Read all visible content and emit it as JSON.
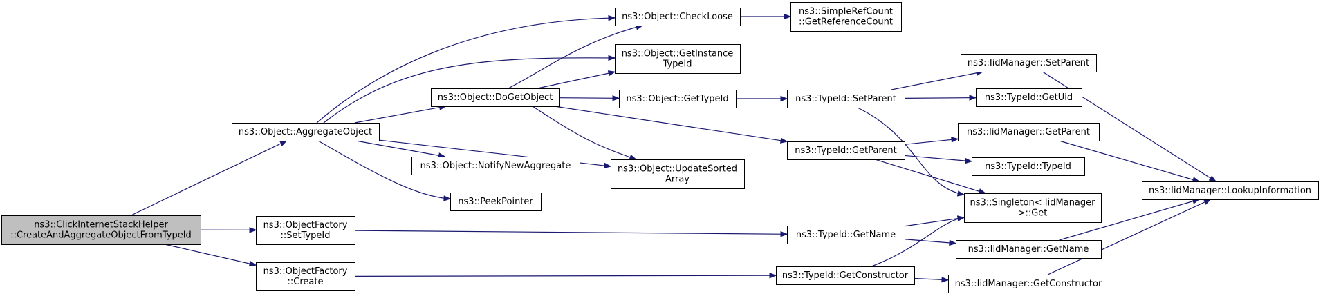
{
  "graph": {
    "colors": {
      "edge": "#191970",
      "root_fill": "#bfbfbf",
      "node_fill": "#ffffff",
      "border": "#000000"
    },
    "nodes": [
      {
        "id": "root",
        "lines": [
          "ns3::ClickInternetStackHelper",
          "::CreateAndAggregateObjectFromTypeId"
        ],
        "highlight": true
      },
      {
        "id": "aggregate",
        "lines": [
          "ns3::Object::AggregateObject"
        ]
      },
      {
        "id": "ofSetTypeId",
        "lines": [
          "ns3::ObjectFactory",
          "::SetTypeId"
        ]
      },
      {
        "id": "ofCreate",
        "lines": [
          "ns3::ObjectFactory",
          "::Create"
        ]
      },
      {
        "id": "checkLoose",
        "lines": [
          "ns3::Object::CheckLoose"
        ]
      },
      {
        "id": "getInstanceTypeId",
        "lines": [
          "ns3::Object::GetInstance",
          "TypeId"
        ]
      },
      {
        "id": "doGetObject",
        "lines": [
          "ns3::Object::DoGetObject"
        ]
      },
      {
        "id": "notifyNewAggregate",
        "lines": [
          "ns3::Object::NotifyNewAggregate"
        ]
      },
      {
        "id": "peekPointer",
        "lines": [
          "ns3::PeekPointer"
        ]
      },
      {
        "id": "getRefCount",
        "lines": [
          "ns3::SimpleRefCount",
          "::GetReferenceCount"
        ]
      },
      {
        "id": "objGetTypeId",
        "lines": [
          "ns3::Object::GetTypeId"
        ]
      },
      {
        "id": "updateSorted",
        "lines": [
          "ns3::Object::UpdateSorted",
          "Array"
        ]
      },
      {
        "id": "tidSetParent",
        "lines": [
          "ns3::TypeId::SetParent"
        ]
      },
      {
        "id": "tidGetParent",
        "lines": [
          "ns3::TypeId::GetParent"
        ]
      },
      {
        "id": "tidGetName",
        "lines": [
          "ns3::TypeId::GetName"
        ]
      },
      {
        "id": "tidGetConstructor",
        "lines": [
          "ns3::TypeId::GetConstructor"
        ]
      },
      {
        "id": "iidSetParent",
        "lines": [
          "ns3::IidManager::SetParent"
        ]
      },
      {
        "id": "tidGetUid",
        "lines": [
          "ns3::TypeId::GetUid"
        ]
      },
      {
        "id": "iidGetParent",
        "lines": [
          "ns3::IidManager::GetParent"
        ]
      },
      {
        "id": "tidTypeId",
        "lines": [
          "ns3::TypeId::TypeId"
        ]
      },
      {
        "id": "singletonGet",
        "lines": [
          "ns3::Singleton< IidManager",
          " >::Get"
        ]
      },
      {
        "id": "iidGetName",
        "lines": [
          "ns3::IidManager::GetName"
        ]
      },
      {
        "id": "iidGetConstructor",
        "lines": [
          "ns3::IidManager::GetConstructor"
        ]
      },
      {
        "id": "iidLookup",
        "lines": [
          "ns3::IidManager::LookupInformation"
        ]
      }
    ],
    "edges": [
      [
        "root",
        "aggregate"
      ],
      [
        "root",
        "ofSetTypeId"
      ],
      [
        "root",
        "ofCreate"
      ],
      [
        "aggregate",
        "checkLoose"
      ],
      [
        "aggregate",
        "getInstanceTypeId"
      ],
      [
        "aggregate",
        "doGetObject"
      ],
      [
        "aggregate",
        "notifyNewAggregate"
      ],
      [
        "aggregate",
        "updateSorted"
      ],
      [
        "aggregate",
        "peekPointer"
      ],
      [
        "doGetObject",
        "checkLoose"
      ],
      [
        "doGetObject",
        "getInstanceTypeId"
      ],
      [
        "doGetObject",
        "objGetTypeId"
      ],
      [
        "doGetObject",
        "tidGetParent"
      ],
      [
        "doGetObject",
        "updateSorted"
      ],
      [
        "checkLoose",
        "getRefCount"
      ],
      [
        "objGetTypeId",
        "tidSetParent"
      ],
      [
        "ofSetTypeId",
        "tidGetName"
      ],
      [
        "ofCreate",
        "tidGetConstructor"
      ],
      [
        "tidSetParent",
        "iidSetParent"
      ],
      [
        "tidSetParent",
        "tidGetUid"
      ],
      [
        "tidSetParent",
        "singletonGet"
      ],
      [
        "tidGetParent",
        "iidGetParent"
      ],
      [
        "tidGetParent",
        "tidTypeId"
      ],
      [
        "tidGetParent",
        "singletonGet"
      ],
      [
        "tidGetName",
        "singletonGet"
      ],
      [
        "tidGetName",
        "iidGetName"
      ],
      [
        "tidGetConstructor",
        "singletonGet"
      ],
      [
        "tidGetConstructor",
        "iidGetConstructor"
      ],
      [
        "iidSetParent",
        "iidLookup"
      ],
      [
        "iidGetParent",
        "iidLookup"
      ],
      [
        "iidGetName",
        "iidLookup"
      ],
      [
        "iidGetConstructor",
        "iidLookup"
      ]
    ]
  }
}
